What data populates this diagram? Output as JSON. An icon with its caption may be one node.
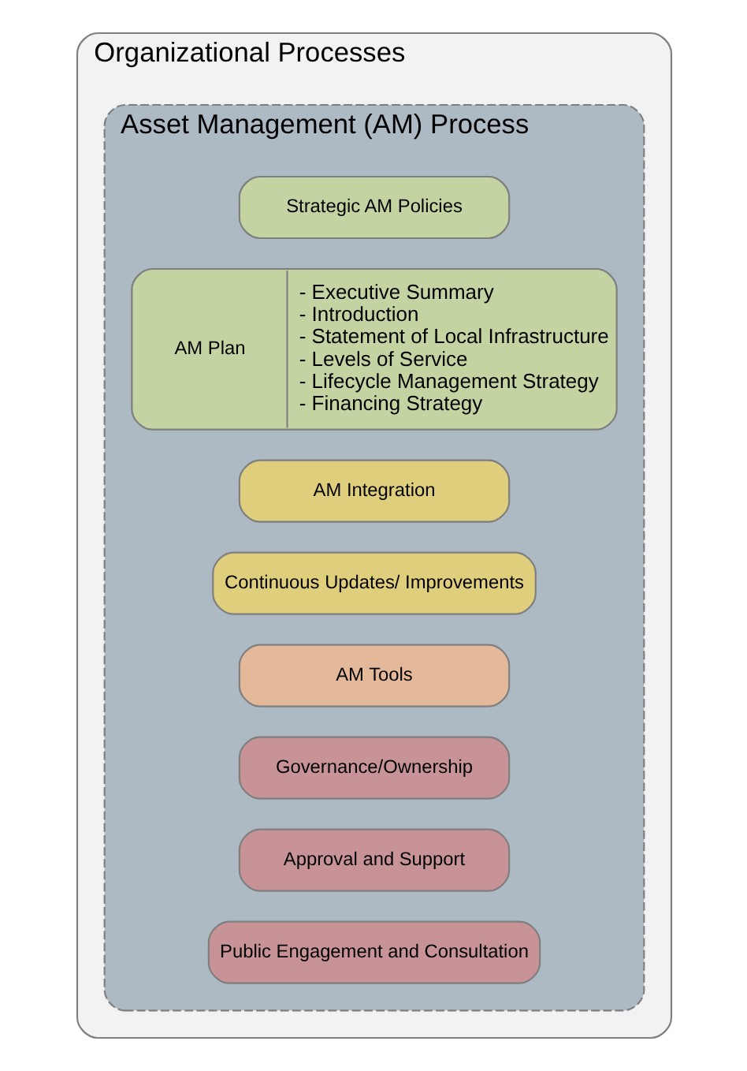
{
  "diagram": {
    "nodes": [
      {
        "text": [
          "Organizational Processes"
        ]
      },
      {
        "text": [
          "Asset Management (AM) Process"
        ],
        "in": 0
      },
      {
        "text": [
          "Strategic AM Policies"
        ],
        "in": 1
      },
      {
        "text": [
          "AM Plan",
          "- Executive Summary",
          "- Introduction",
          "- Statement of Local Infrastructure",
          "- Levels of Service",
          "- Lifecycle Management Strategy",
          "- Financing Strategy"
        ],
        "in": 1
      },
      {
        "text": [
          "AM Integration"
        ],
        "in": 1
      },
      {
        "text": [
          "Continuous Updates/ Improvements"
        ],
        "in": 1
      },
      {
        "text": [
          "AM Tools"
        ],
        "in": 1
      },
      {
        "text": [
          "Governance/Ownership"
        ],
        "in": 1
      },
      {
        "text": [
          "Approval and Support"
        ],
        "in": 1
      },
      {
        "text": [
          "Public Engagement and Consultation"
        ],
        "in": 1
      }
    ],
    "edges": []
  }
}
